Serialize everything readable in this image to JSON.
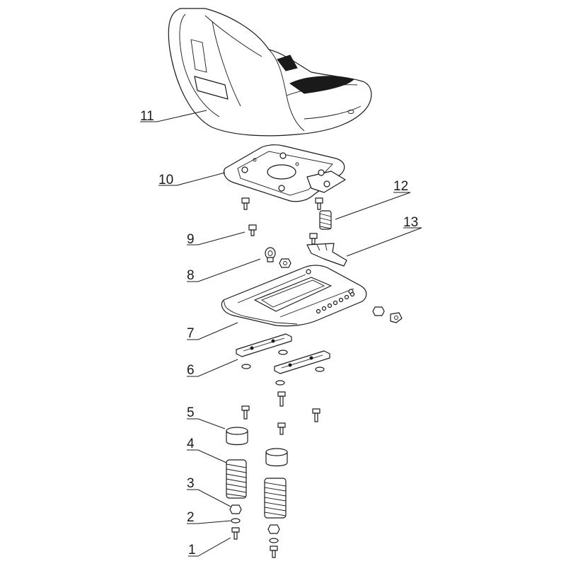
{
  "callouts": [
    {
      "id": "1",
      "label": "1"
    },
    {
      "id": "2",
      "label": "2"
    },
    {
      "id": "3",
      "label": "3"
    },
    {
      "id": "4",
      "label": "4"
    },
    {
      "id": "5",
      "label": "5"
    },
    {
      "id": "6",
      "label": "6"
    },
    {
      "id": "7",
      "label": "7"
    },
    {
      "id": "8",
      "label": "8"
    },
    {
      "id": "9",
      "label": "9"
    },
    {
      "id": "10",
      "label": "10"
    },
    {
      "id": "11",
      "label": "11"
    },
    {
      "id": "12",
      "label": "12"
    },
    {
      "id": "13",
      "label": "13"
    }
  ],
  "colors": {
    "line": "#1a1a1a",
    "background": "#ffffff"
  }
}
